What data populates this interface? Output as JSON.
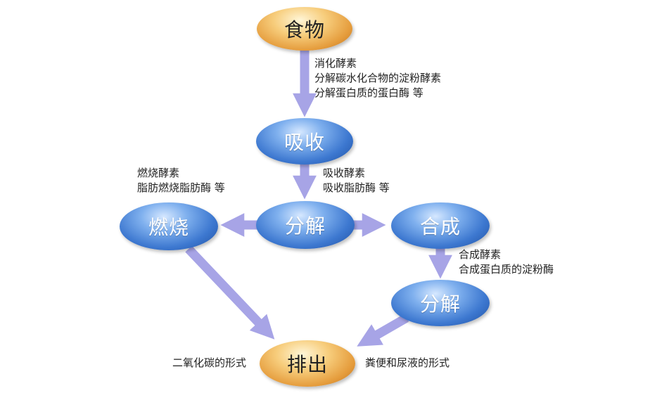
{
  "nodes": {
    "food": "食物",
    "absorb": "吸收",
    "burn": "燃烧",
    "decompose_center": "分解",
    "synthesize": "合成",
    "decompose_lower": "分解",
    "excrete": "排出"
  },
  "notes": {
    "digest": [
      "消化酵素",
      "分解碳水化合物的淀粉酵素",
      "分解蛋白质的蛋白酶 等"
    ],
    "burn": [
      "燃烧酵素",
      "脂肪燃烧脂肪酶 等"
    ],
    "absorb": [
      "吸收酵素",
      "吸收脂肪酶 等"
    ],
    "synth": [
      "合成酵素",
      "合成蛋白质的淀粉酶"
    ],
    "co2": "二氧化碳的形式",
    "waste": "粪便和尿液的形式"
  },
  "colors": {
    "arrow": "#a7a4e6",
    "node_blue": "#3d78d0",
    "node_orange": "#e59c3c"
  }
}
